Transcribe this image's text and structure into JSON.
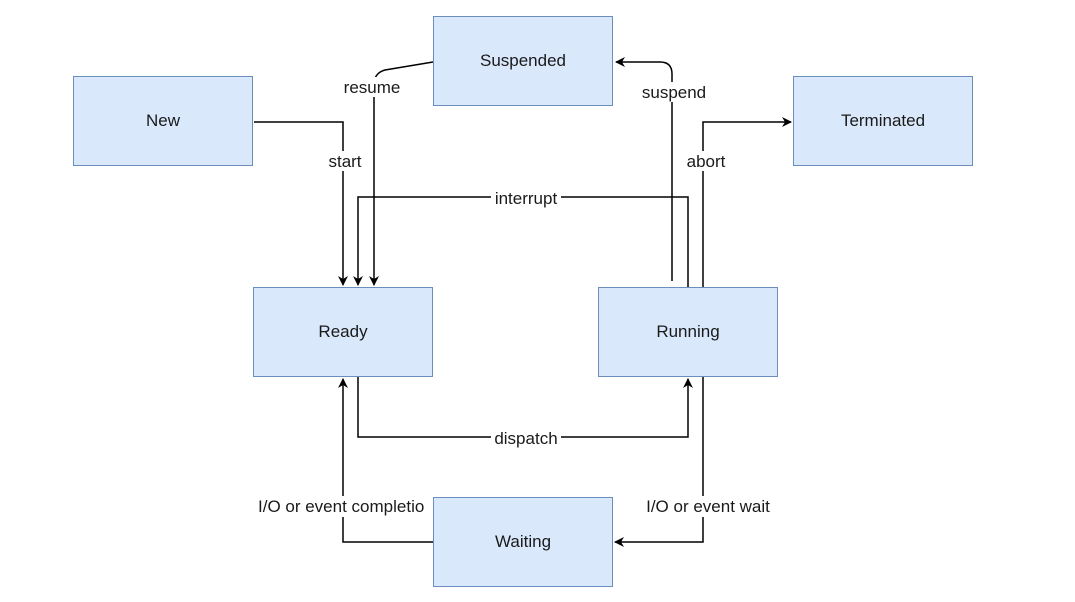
{
  "states": {
    "new": "New",
    "suspended": "Suspended",
    "terminated": "Terminated",
    "ready": "Ready",
    "running": "Running",
    "waiting": "Waiting"
  },
  "transitions": {
    "start": "start",
    "resume": "resume",
    "suspend": "suspend",
    "abort": "abort",
    "interrupt": "interrupt",
    "dispatch": "dispatch",
    "io_completion": "I/O or event completio",
    "io_wait": "I/O or event wait"
  },
  "colors": {
    "state_fill": "#dae8fc",
    "state_border": "#6c8ebf",
    "edge": "#000000"
  }
}
